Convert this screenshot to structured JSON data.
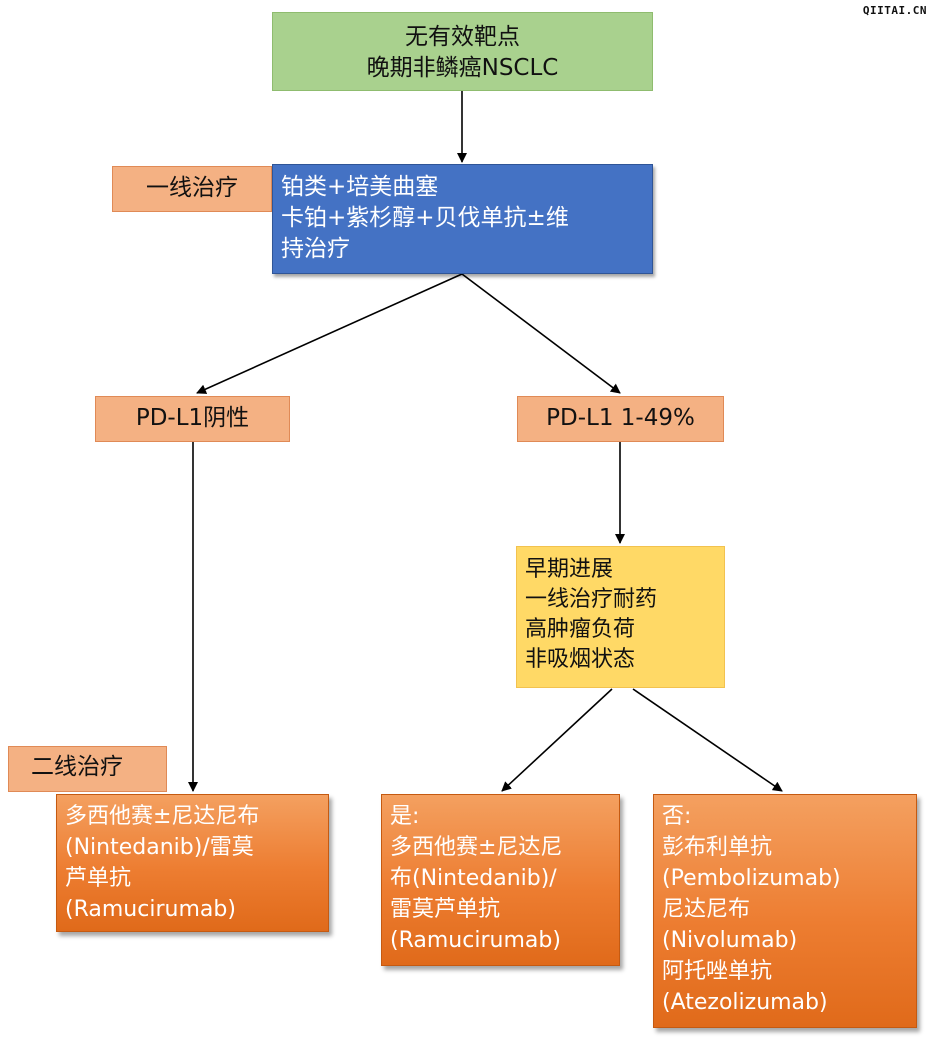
{
  "watermark": "QIITAI.CN",
  "nodes": {
    "root": {
      "lines": [
        "无有效靶点",
        "晚期非鳞癌NSCLC"
      ]
    },
    "first_line_label": "一线治疗",
    "first_line_regimen": {
      "lines": [
        "铂类+培美曲塞",
        "卡铂+紫杉醇+贝伐单抗±维",
        "持治疗"
      ]
    },
    "pdl1_negative": "PD-L1阴性",
    "pdl1_1_49": "PD-L1 1-49%",
    "criteria": {
      "lines": [
        "早期进展",
        "一线治疗耐药",
        "高肿瘤负荷",
        "非吸烟状态"
      ]
    },
    "second_line_label": "二线治疗",
    "negative_treatment": {
      "lines": [
        "多西他赛±尼达尼布",
        "(Nintedanib)/雷莫",
        "芦单抗",
        "(Ramucirumab)"
      ]
    },
    "yes_treatment": {
      "lines": [
        "是:",
        "多西他赛±尼达尼",
        "布(Nintedanib)/",
        "雷莫芦单抗",
        "(Ramucirumab)"
      ]
    },
    "no_treatment": {
      "lines": [
        "否:",
        "彭布利单抗",
        "(Pembolizumab)",
        "尼达尼布",
        "(Nivolumab)",
        "阿托唑单抗",
        "(Atezolizumab)"
      ]
    }
  },
  "colors": {
    "root_fill": "#a9d18e",
    "regimen_fill": "#4472c4",
    "label_fill": "#f4b183",
    "criteria_fill": "#ffd966",
    "treatment_fill": "#ed7d31",
    "arrow": "#000000"
  }
}
